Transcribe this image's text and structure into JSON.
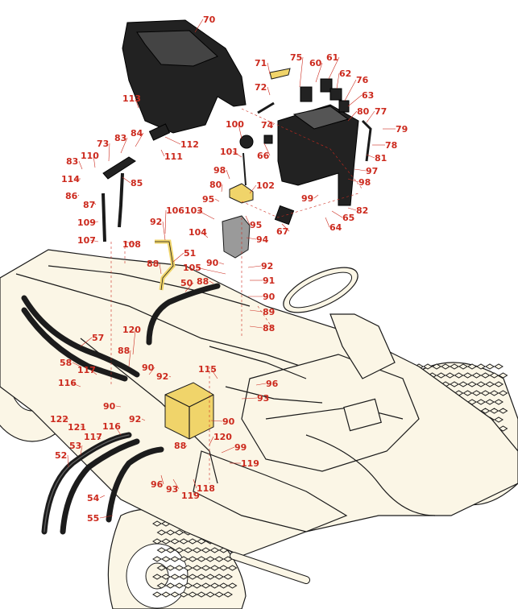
{
  "diagram": {
    "colors": {
      "callout": "#cc2a1e",
      "frame": "#fbf6e6",
      "outline": "#1a1a1a",
      "dark_part": "#222222",
      "brass": "#f0d46a"
    },
    "callouts": [
      {
        "id": "c70",
        "label": "70"
      },
      {
        "id": "c71",
        "label": "71"
      },
      {
        "id": "c75",
        "label": "75"
      },
      {
        "id": "c60",
        "label": "60"
      },
      {
        "id": "c61",
        "label": "61"
      },
      {
        "id": "c62",
        "label": "62"
      },
      {
        "id": "c76",
        "label": "76"
      },
      {
        "id": "c72",
        "label": "72"
      },
      {
        "id": "c63",
        "label": "63"
      },
      {
        "id": "c113",
        "label": "113"
      },
      {
        "id": "c80a",
        "label": "80"
      },
      {
        "id": "c77",
        "label": "77"
      },
      {
        "id": "c74",
        "label": "74"
      },
      {
        "id": "c100",
        "label": "100"
      },
      {
        "id": "c79",
        "label": "79"
      },
      {
        "id": "c84",
        "label": "84"
      },
      {
        "id": "c112",
        "label": "112"
      },
      {
        "id": "c78",
        "label": "78"
      },
      {
        "id": "c83a",
        "label": "83"
      },
      {
        "id": "c73",
        "label": "73"
      },
      {
        "id": "c111",
        "label": "111"
      },
      {
        "id": "c101",
        "label": "101"
      },
      {
        "id": "c66",
        "label": "66"
      },
      {
        "id": "c81",
        "label": "81"
      },
      {
        "id": "c110",
        "label": "110"
      },
      {
        "id": "c83b",
        "label": "83"
      },
      {
        "id": "c97",
        "label": "97"
      },
      {
        "id": "c98a",
        "label": "98"
      },
      {
        "id": "c114",
        "label": "114"
      },
      {
        "id": "c85",
        "label": "85"
      },
      {
        "id": "c80b",
        "label": "80"
      },
      {
        "id": "c98b",
        "label": "98"
      },
      {
        "id": "c102",
        "label": "102"
      },
      {
        "id": "c86",
        "label": "86"
      },
      {
        "id": "c99a",
        "label": "99"
      },
      {
        "id": "c95a",
        "label": "95"
      },
      {
        "id": "c87",
        "label": "87"
      },
      {
        "id": "c82",
        "label": "82"
      },
      {
        "id": "c106",
        "label": "106"
      },
      {
        "id": "c103",
        "label": "103"
      },
      {
        "id": "c65",
        "label": "65"
      },
      {
        "id": "c92a",
        "label": "92"
      },
      {
        "id": "c109",
        "label": "109"
      },
      {
        "id": "c95b",
        "label": "95"
      },
      {
        "id": "c64",
        "label": "64"
      },
      {
        "id": "c104",
        "label": "104"
      },
      {
        "id": "c67",
        "label": "67"
      },
      {
        "id": "c107",
        "label": "107"
      },
      {
        "id": "c108",
        "label": "108"
      },
      {
        "id": "c94",
        "label": "94"
      },
      {
        "id": "c51",
        "label": "51"
      },
      {
        "id": "c88a",
        "label": "88"
      },
      {
        "id": "c90a",
        "label": "90"
      },
      {
        "id": "c92b",
        "label": "92"
      },
      {
        "id": "c105",
        "label": "105"
      },
      {
        "id": "c88b",
        "label": "88"
      },
      {
        "id": "c50",
        "label": "50"
      },
      {
        "id": "c91",
        "label": "91"
      },
      {
        "id": "c90b",
        "label": "90"
      },
      {
        "id": "c89",
        "label": "89"
      },
      {
        "id": "c88c",
        "label": "88"
      },
      {
        "id": "c120a",
        "label": "120"
      },
      {
        "id": "c57",
        "label": "57"
      },
      {
        "id": "c88d",
        "label": "88"
      },
      {
        "id": "c90c",
        "label": "90"
      },
      {
        "id": "c58",
        "label": "58"
      },
      {
        "id": "c115",
        "label": "115"
      },
      {
        "id": "c117a",
        "label": "117"
      },
      {
        "id": "c92c",
        "label": "92"
      },
      {
        "id": "c96a",
        "label": "96"
      },
      {
        "id": "c116a",
        "label": "116"
      },
      {
        "id": "c93a",
        "label": "93"
      },
      {
        "id": "c90d",
        "label": "90"
      },
      {
        "id": "c122",
        "label": "122"
      },
      {
        "id": "c92d",
        "label": "92"
      },
      {
        "id": "c90e",
        "label": "90"
      },
      {
        "id": "c121",
        "label": "121"
      },
      {
        "id": "c116b",
        "label": "116"
      },
      {
        "id": "c117b",
        "label": "117"
      },
      {
        "id": "c120b",
        "label": "120"
      },
      {
        "id": "c53",
        "label": "53"
      },
      {
        "id": "c88e",
        "label": "88"
      },
      {
        "id": "c99b",
        "label": "99"
      },
      {
        "id": "c52",
        "label": "52"
      },
      {
        "id": "c119",
        "label": "119"
      },
      {
        "id": "c96b",
        "label": "96"
      },
      {
        "id": "c93b",
        "label": "93"
      },
      {
        "id": "c118",
        "label": "118"
      },
      {
        "id": "c54",
        "label": "54"
      },
      {
        "id": "c119b",
        "label": "119"
      },
      {
        "id": "c55",
        "label": "55"
      }
    ]
  }
}
